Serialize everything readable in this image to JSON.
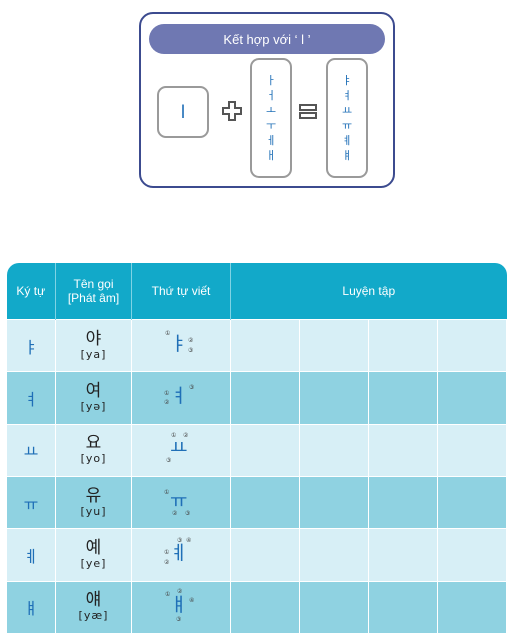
{
  "combo": {
    "title": "Kết hợp với ‘ l ’",
    "base_letter": "l",
    "vowels": [
      "ㅏ",
      "ㅓ",
      "ㅗ",
      "ㅜ",
      "ㅔ",
      "ㅐ"
    ],
    "results": [
      "ㅑ",
      "ㅕ",
      "ㅛ",
      "ㅠ",
      "ㅖ",
      "ㅒ"
    ],
    "plus_icon": "plus-icon",
    "equals_icon": "equals-icon"
  },
  "table": {
    "headers": {
      "letter": "Ký tự",
      "name_line1": "Tên gọi",
      "name_line2": "[Phát âm]",
      "stroke_order": "Thứ tự viết",
      "practice": "Luyện tập"
    },
    "rows": [
      {
        "char": "ㅑ",
        "korean": "야",
        "roman": "[ya]",
        "glyph": "ㅑ",
        "marks": [
          "①",
          "②",
          "③"
        ]
      },
      {
        "char": "ㅕ",
        "korean": "여",
        "roman": "[yə]",
        "glyph": "ㅕ",
        "marks": [
          "①",
          "②",
          "③"
        ]
      },
      {
        "char": "ㅛ",
        "korean": "요",
        "roman": "[yo]",
        "glyph": "ㅛ",
        "marks": [
          "①",
          "②",
          "③"
        ]
      },
      {
        "char": "ㅠ",
        "korean": "유",
        "roman": "[yu]",
        "glyph": "ㅠ",
        "marks": [
          "①",
          "②",
          "③"
        ]
      },
      {
        "char": "ㅖ",
        "korean": "예",
        "roman": "[ye]",
        "glyph": "ㅖ",
        "marks": [
          "①",
          "②",
          "③",
          "④"
        ]
      },
      {
        "char": "ㅒ",
        "korean": "얘",
        "roman": "[yæ]",
        "glyph": "ㅒ",
        "marks": [
          "①",
          "②",
          "③",
          "④"
        ]
      }
    ]
  }
}
